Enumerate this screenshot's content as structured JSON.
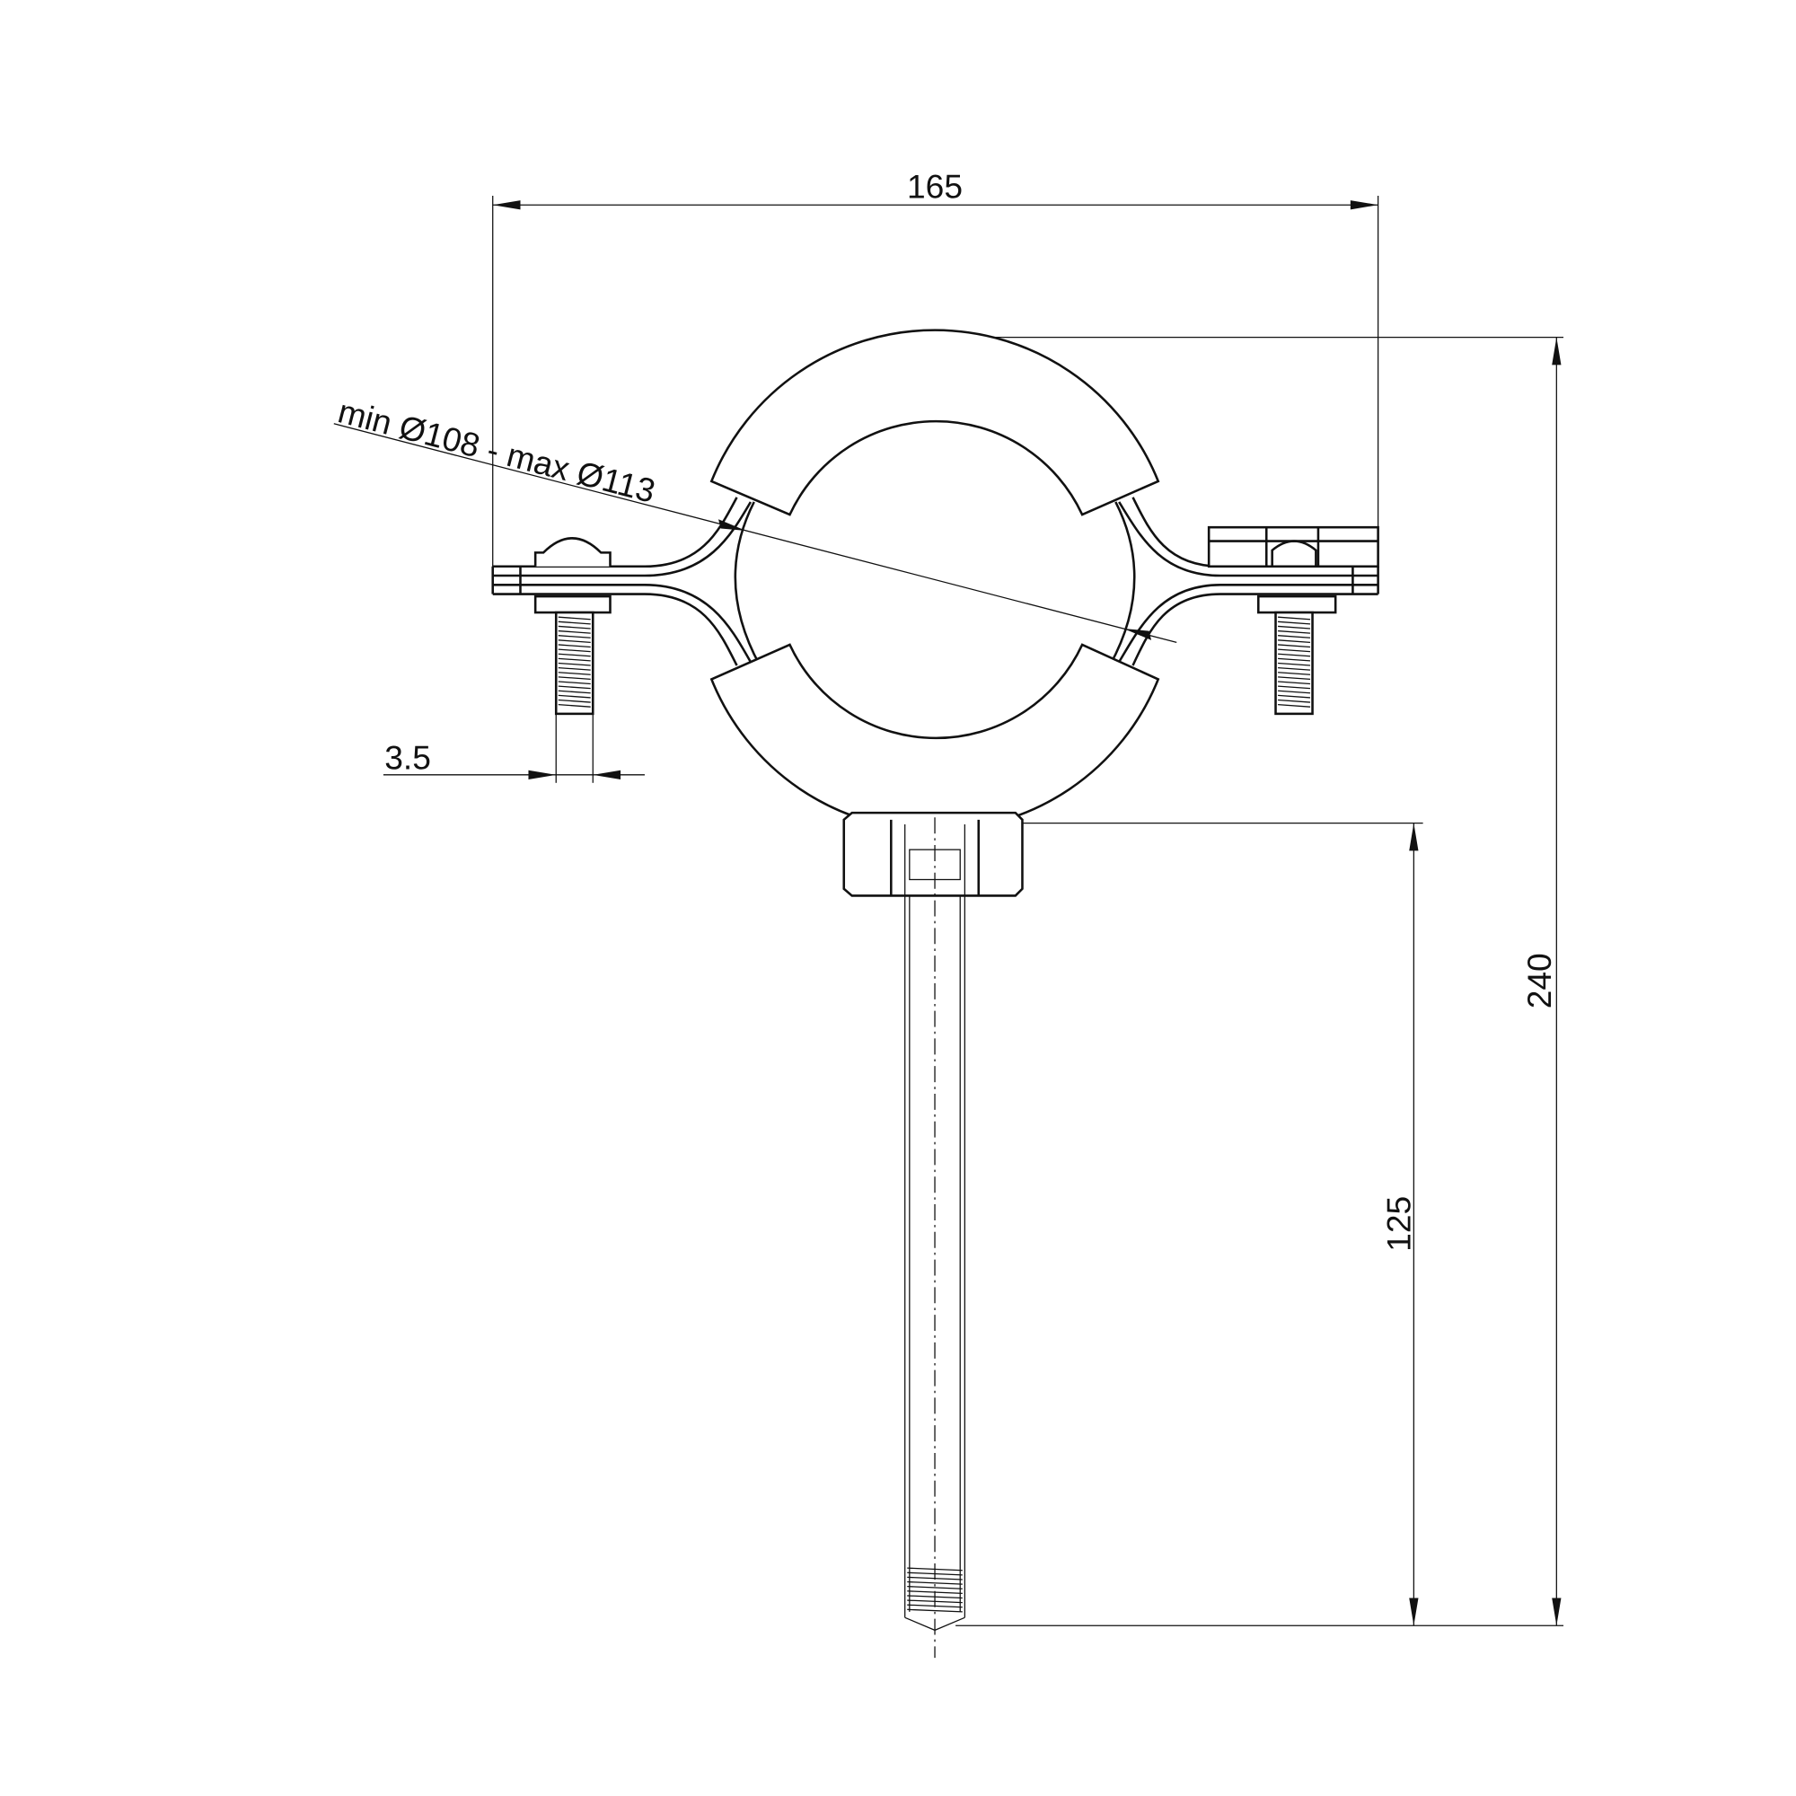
{
  "dimensions": {
    "width_overall": "165",
    "height_overall": "240",
    "rod_length": "125",
    "bolt_diameter": "3.5",
    "pipe_range": "min Ø108 - max Ø113"
  },
  "colors": {
    "line": "#111111",
    "background": "#ffffff"
  }
}
